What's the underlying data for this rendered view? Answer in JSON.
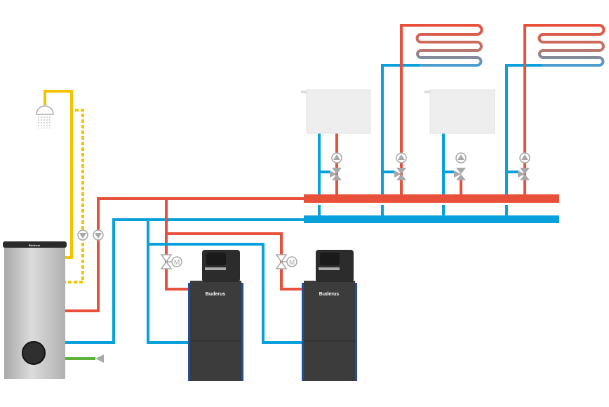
{
  "boilers": [
    {
      "logo": "Buderus"
    },
    {
      "logo": "Buderus"
    }
  ],
  "tank": {
    "logo": "Buderus"
  },
  "colors": {
    "supply": "#e8503a",
    "return": "#0aa0dc",
    "hot_water": "#f5c400",
    "cold_water": "#5db33a",
    "fittings": "#a8a8a8",
    "boiler_body": "#3c3c3c",
    "tank_body": "#c2c2c2"
  }
}
